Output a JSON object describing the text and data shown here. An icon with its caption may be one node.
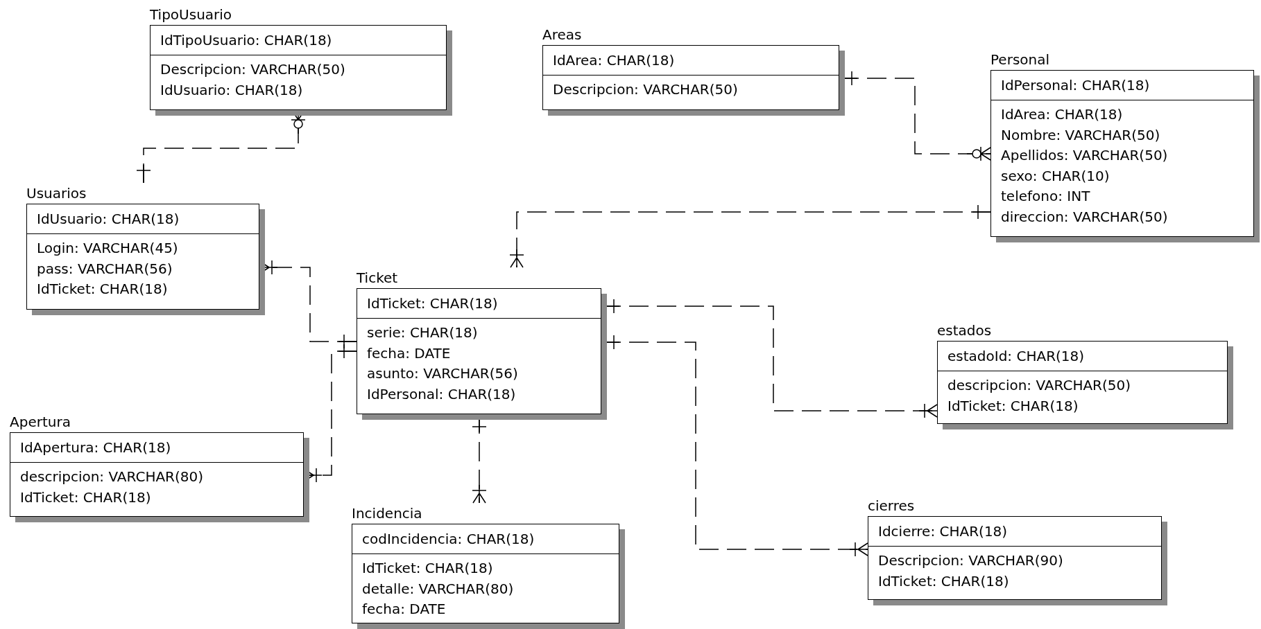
{
  "diagram": {
    "nodes": [
      {
        "text": [
          "TipoUsuario",
          "IdTipoUsuario: CHAR(18)",
          "Descripcion: VARCHAR(50)",
          "IdUsuario: CHAR(18)"
        ]
      },
      {
        "text": [
          "Usuarios",
          "IdUsuario: CHAR(18)",
          "Login: VARCHAR(45)",
          "pass: VARCHAR(56)",
          "IdTicket: CHAR(18)"
        ]
      },
      {
        "text": [
          "Areas",
          "IdArea: CHAR(18)",
          "Descripcion: VARCHAR(50)"
        ]
      },
      {
        "text": [
          "Personal",
          "IdPersonal: CHAR(18)",
          "IdArea: CHAR(18)",
          "Nombre: VARCHAR(50)",
          "Apellidos: VARCHAR(50)",
          "sexo: CHAR(10)",
          "telefono: INT",
          "direccion: VARCHAR(50)"
        ]
      },
      {
        "text": [
          "Ticket",
          "IdTicket: CHAR(18)",
          "serie: CHAR(18)",
          "fecha: DATE",
          "asunto: VARCHAR(56)",
          "IdPersonal: CHAR(18)"
        ]
      },
      {
        "text": [
          "Apertura",
          "IdApertura: CHAR(18)",
          "descripcion: VARCHAR(80)",
          "IdTicket: CHAR(18)"
        ]
      },
      {
        "text": [
          "Incidencia",
          "codIncidencia: CHAR(18)",
          "IdTicket: CHAR(18)",
          "detalle: VARCHAR(80)",
          "fecha: DATE"
        ]
      },
      {
        "text": [
          "estados",
          "estadoId: CHAR(18)",
          "descripcion: VARCHAR(50)",
          "IdTicket: CHAR(18)"
        ]
      },
      {
        "text": [
          "cierres",
          "Idcierre: CHAR(18)",
          "Descripcion: VARCHAR(90)",
          "IdTicket: CHAR(18)"
        ]
      }
    ],
    "edges": [
      {
        "from": 1,
        "to": 0,
        "arrow": "other",
        "style": "dashed"
      },
      {
        "from": 2,
        "to": 3,
        "arrow": "other",
        "style": "dashed"
      },
      {
        "from": 3,
        "to": 4,
        "arrow": "other",
        "style": "dashed"
      },
      {
        "from": 4,
        "to": 1,
        "arrow": "other",
        "style": "dashed"
      },
      {
        "from": 4,
        "to": 5,
        "arrow": "other",
        "style": "dashed"
      },
      {
        "from": 4,
        "to": 6,
        "arrow": "other",
        "style": "dashed"
      },
      {
        "from": 4,
        "to": 7,
        "arrow": "other",
        "style": "dashed"
      },
      {
        "from": 4,
        "to": 8,
        "arrow": "other",
        "style": "dashed"
      }
    ]
  }
}
